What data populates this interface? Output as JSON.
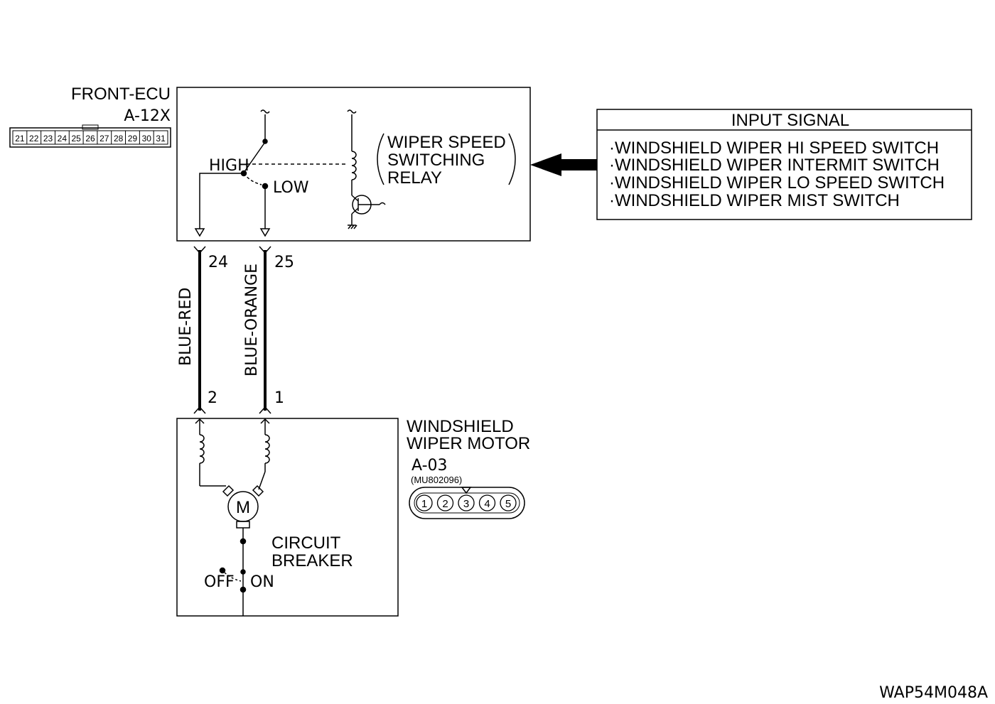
{
  "ecu": {
    "name": "FRONT-ECU",
    "connector": "A-12X",
    "pins": [
      "21",
      "22",
      "23",
      "24",
      "25",
      "26",
      "27",
      "28",
      "29",
      "30",
      "31"
    ]
  },
  "relay": {
    "title_lines": [
      "WIPER SPEED",
      "SWITCHING",
      "RELAY"
    ],
    "high_label": "HIGH",
    "low_label": "LOW"
  },
  "input_signal": {
    "title": "INPUT SIGNAL",
    "items": [
      "·WINDSHIELD WIPER HI SPEED SWITCH",
      "·WINDSHIELD WIPER INTERMIT SWITCH",
      "·WINDSHIELD WIPER LO SPEED SWITCH",
      "·WINDSHIELD WIPER MIST SWITCH"
    ]
  },
  "wires": [
    {
      "color": "BLUE-RED",
      "ecu_pin": "24",
      "motor_pin": "2"
    },
    {
      "color": "BLUE-ORANGE",
      "ecu_pin": "25",
      "motor_pin": "1"
    }
  ],
  "motor": {
    "name_lines": [
      "WINDSHIELD",
      "WIPER MOTOR"
    ],
    "connector": "A-03",
    "part_no": "(MU802096)",
    "pins": [
      "1",
      "2",
      "3",
      "4",
      "5"
    ],
    "symbol": "M",
    "breaker_lines": [
      "CIRCUIT",
      "BREAKER"
    ],
    "off_label": "OFF",
    "on_label": "ON"
  },
  "figure_code": "WAP54M048A"
}
